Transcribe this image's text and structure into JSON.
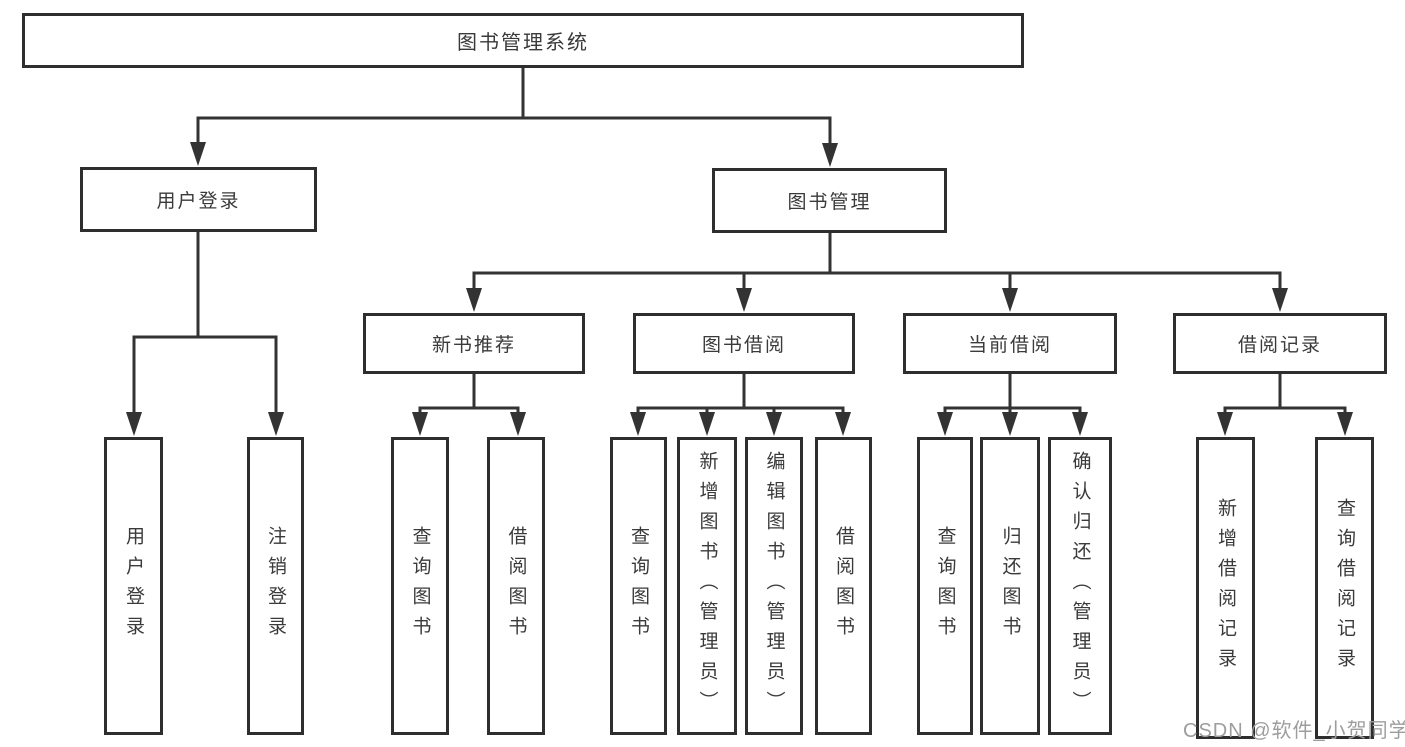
{
  "diagram": {
    "root_label": "图书管理系统",
    "branches": [
      {
        "label": "用户登录",
        "children": [
          "用户登录",
          "注销登录"
        ]
      },
      {
        "label": "图书管理",
        "children": [
          {
            "label": "新书推荐",
            "children": [
              "查询图书",
              "借阅图书"
            ]
          },
          {
            "label": "图书借阅",
            "children": [
              "查询图书",
              "新增图书（管理员）",
              "编辑图书（管理员）",
              "借阅图书"
            ]
          },
          {
            "label": "当前借阅",
            "children": [
              "查询图书",
              "归还图书",
              "确认归还（管理员）"
            ]
          },
          {
            "label": "借阅记录",
            "children": [
              "新增借阅记录",
              "查询借阅记录"
            ]
          }
        ]
      }
    ]
  },
  "watermark": {
    "text": "CSDN @软件_小贺同学"
  },
  "colors": {
    "line": "#333333",
    "box_border": "#2e2e2e",
    "text": "#3a3a3a",
    "watermark": "#9d9d9d",
    "background": "#ffffff"
  }
}
